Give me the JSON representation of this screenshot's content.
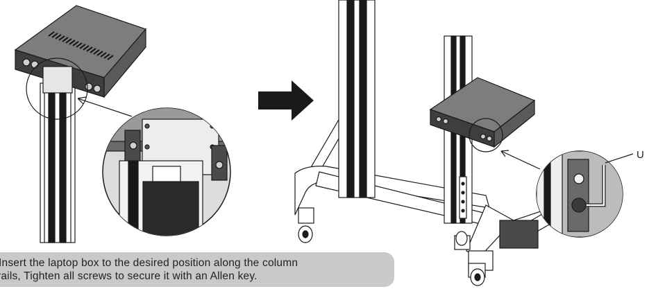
{
  "instruction": {
    "line1": "Insert the laptop box to the desired position along the column",
    "line2": "rails, Tighten all screws to secure it with an Allen key."
  },
  "callout_label": "U",
  "colors": {
    "line": "#1a1a1a",
    "box_dark": "#4a4a4a",
    "box_mid": "#8a8a8a",
    "caption_bg": "#c9c9c9"
  }
}
